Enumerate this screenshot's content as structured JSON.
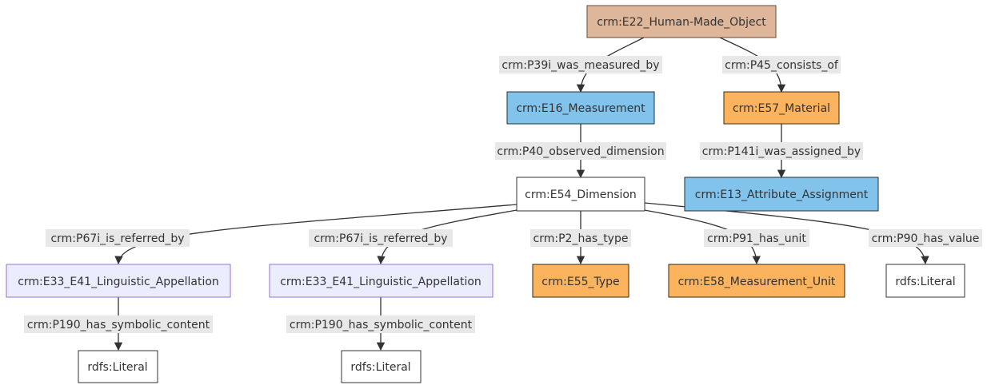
{
  "nodes": {
    "human_made_object": {
      "label": "crm:E22_Human-Made_Object",
      "fill": "#deb69a",
      "stroke": "#6a4a33"
    },
    "measurement": {
      "label": "crm:E16_Measurement",
      "fill": "#82c3ec",
      "stroke": "#1f2f3a"
    },
    "material": {
      "label": "crm:E57_Material",
      "fill": "#fbb35d",
      "stroke": "#3a2a10"
    },
    "dimension": {
      "label": "crm:E54_Dimension",
      "fill": "#ffffff",
      "stroke": "#333333"
    },
    "attribute_assignment": {
      "label": "crm:E13_Attribute_Assignment",
      "fill": "#82c3ec",
      "stroke": "#1f2f3a"
    },
    "appellation_1": {
      "label": "crm:E33_E41_Linguistic_Appellation",
      "fill": "#ececff",
      "stroke": "#9370db"
    },
    "appellation_2": {
      "label": "crm:E33_E41_Linguistic_Appellation",
      "fill": "#ececff",
      "stroke": "#9370db"
    },
    "type": {
      "label": "crm:E55_Type",
      "fill": "#fbb35d",
      "stroke": "#3a2a10"
    },
    "measurement_unit": {
      "label": "crm:E58_Measurement_Unit",
      "fill": "#fbb35d",
      "stroke": "#3a2a10"
    },
    "literal_value": {
      "label": "rdfs:Literal",
      "fill": "#ffffff",
      "stroke": "#333333"
    },
    "literal_1": {
      "label": "rdfs:Literal",
      "fill": "#ffffff",
      "stroke": "#333333"
    },
    "literal_2": {
      "label": "rdfs:Literal",
      "fill": "#ffffff",
      "stroke": "#333333"
    }
  },
  "edges": {
    "p39i": {
      "label": "crm:P39i_was_measured_by"
    },
    "p45": {
      "label": "crm:P45_consists_of"
    },
    "p40": {
      "label": "crm:P40_observed_dimension"
    },
    "p141i": {
      "label": "crm:P141i_was_assigned_by"
    },
    "p67i_1": {
      "label": "crm:P67i_is_referred_by"
    },
    "p67i_2": {
      "label": "crm:P67i_is_referred_by"
    },
    "p2": {
      "label": "crm:P2_has_type"
    },
    "p91": {
      "label": "crm:P91_has_unit"
    },
    "p90": {
      "label": "crm:P90_has_value"
    },
    "p190_1": {
      "label": "crm:P190_has_symbolic_content"
    },
    "p190_2": {
      "label": "crm:P190_has_symbolic_content"
    }
  }
}
